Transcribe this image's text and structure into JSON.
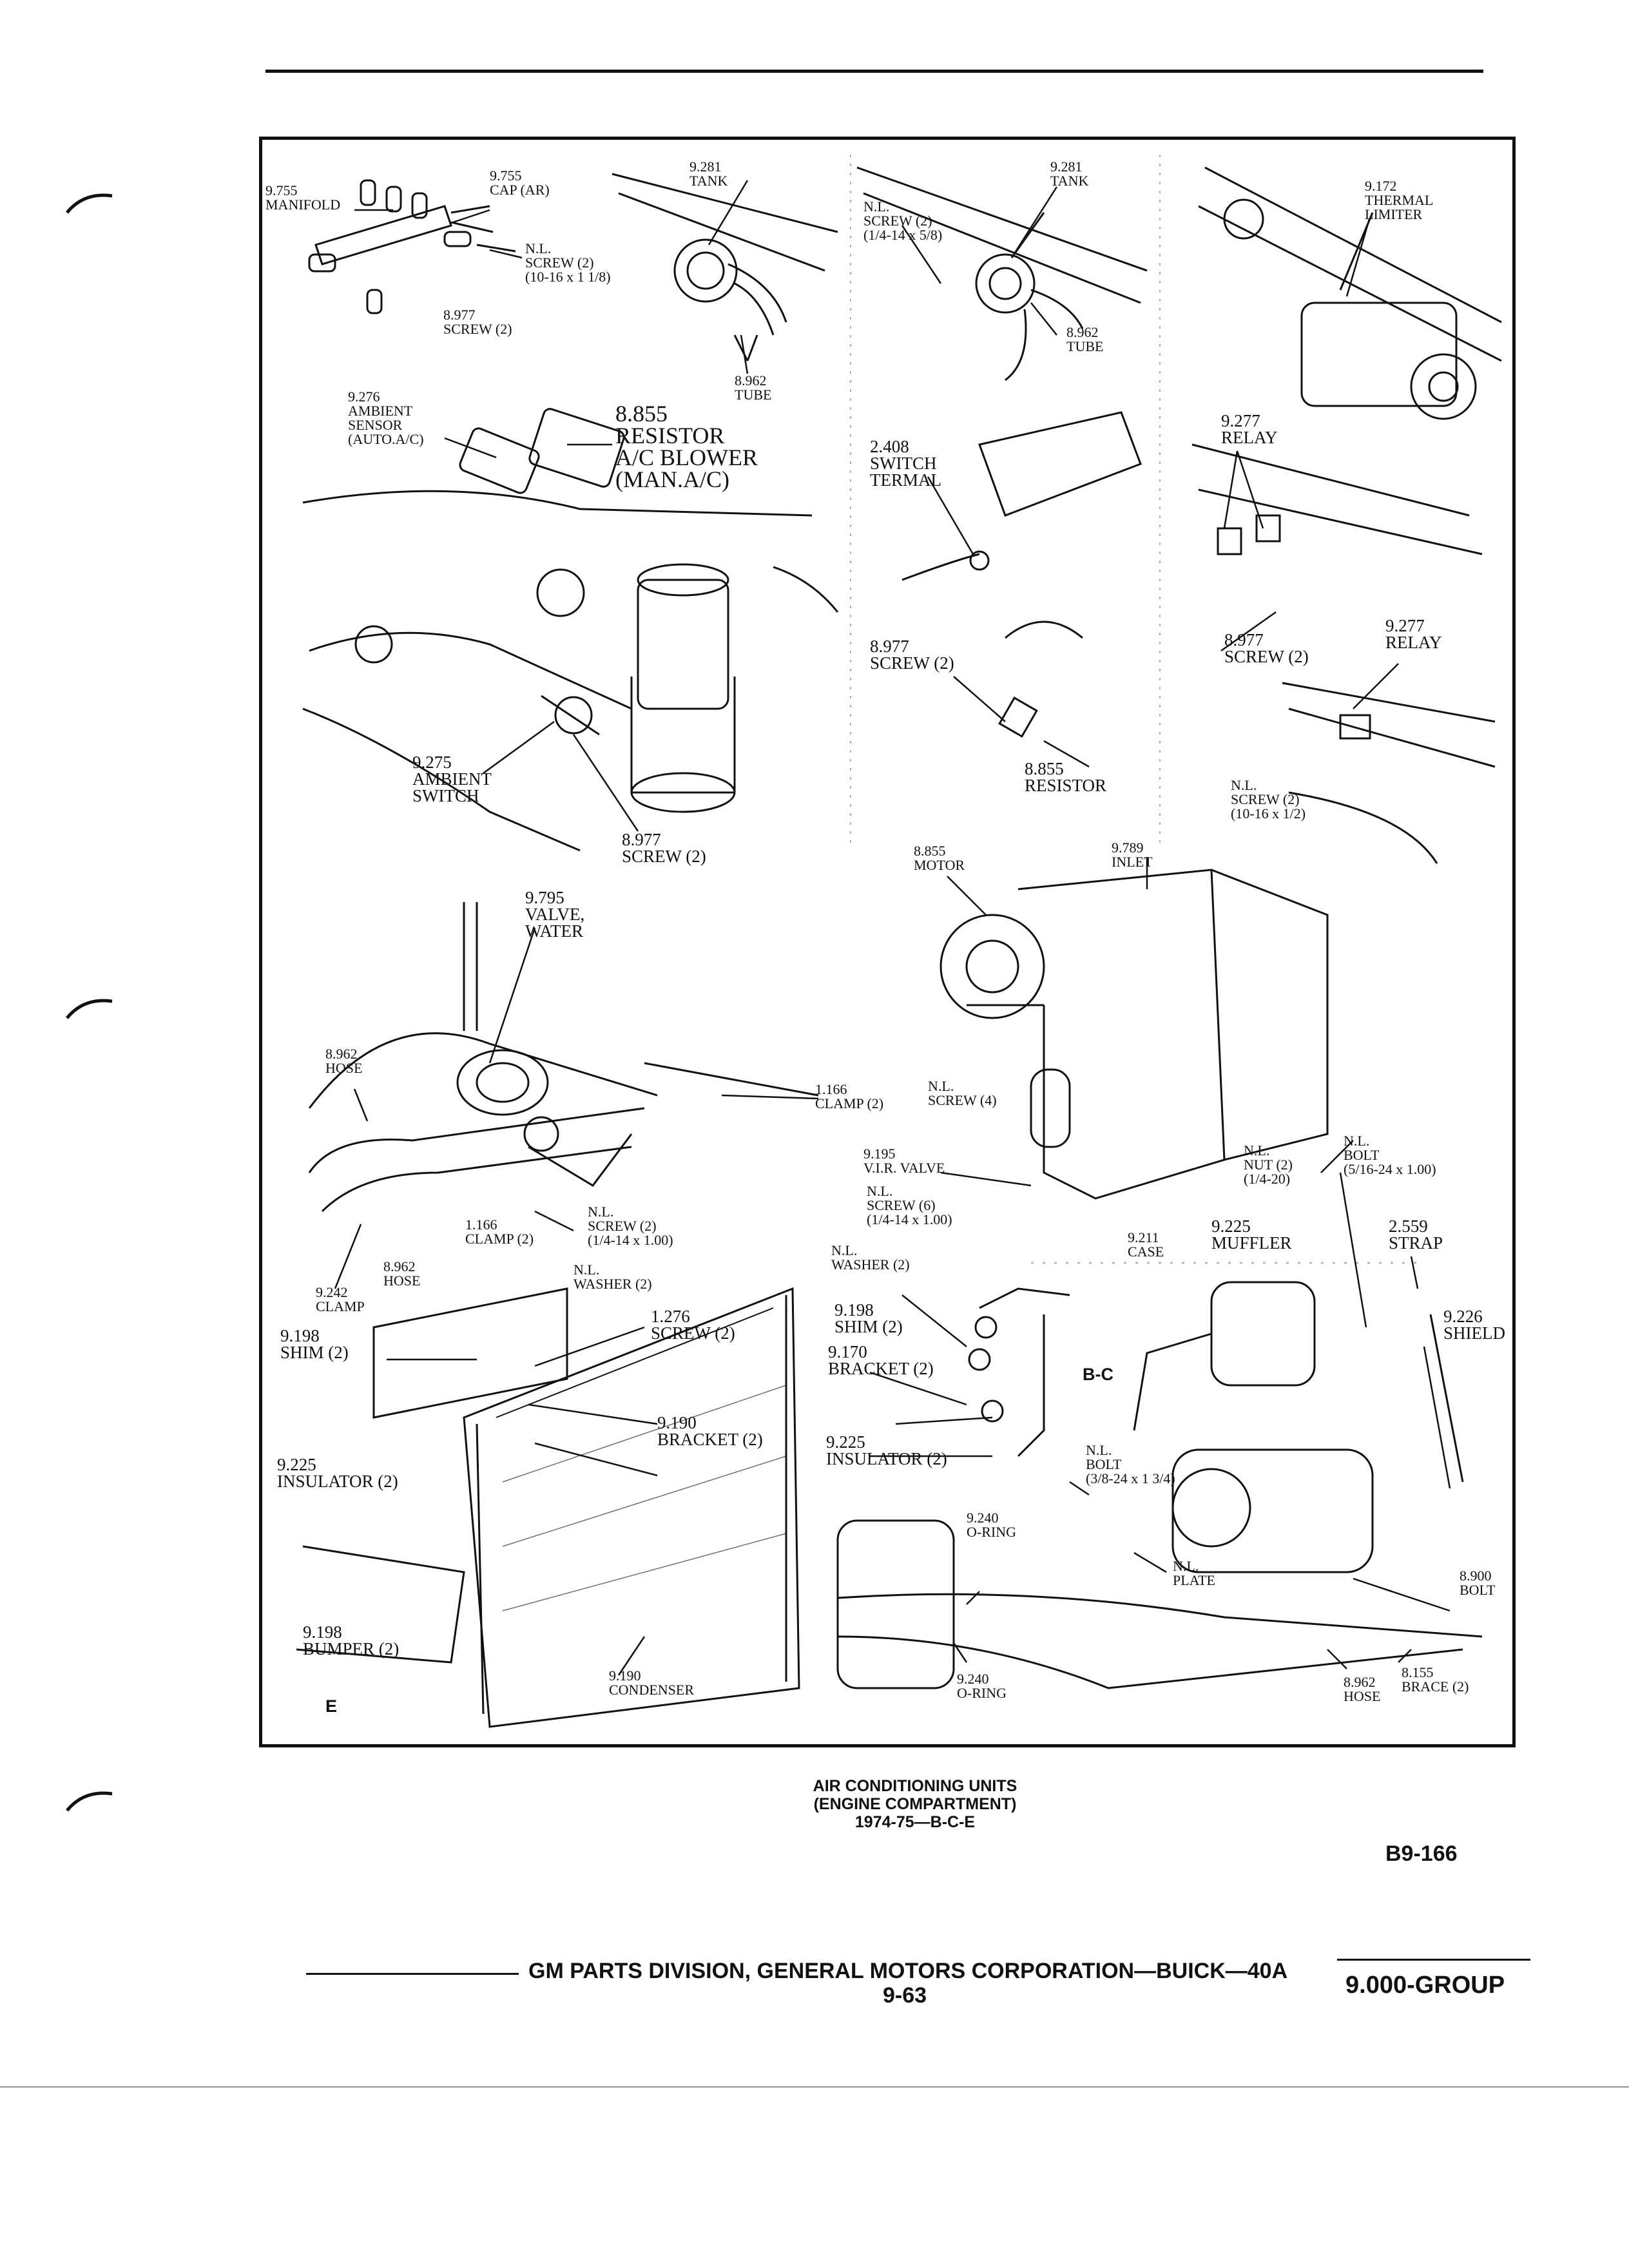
{
  "illustration": {
    "labels": [
      {
        "id": "l1",
        "num": "9.755",
        "name": "MANIFOLD",
        "extra": ""
      },
      {
        "id": "l2",
        "num": "9.755",
        "name": "CAP (AR)",
        "extra": ""
      },
      {
        "id": "l3",
        "num": "N.L.",
        "name": "SCREW (2)",
        "extra": "(10-16 x 1 1/8)"
      },
      {
        "id": "l4",
        "num": "8.977",
        "name": "SCREW (2)",
        "extra": ""
      },
      {
        "id": "l5",
        "num": "9.281",
        "name": "TANK",
        "extra": ""
      },
      {
        "id": "l6",
        "num": "8.962",
        "name": "TUBE",
        "extra": ""
      },
      {
        "id": "l7",
        "num": "9.281",
        "name": "TANK",
        "extra": ""
      },
      {
        "id": "l8",
        "num": "N.L.",
        "name": "SCREW (2)",
        "extra": "(1/4-14 x 5/8)"
      },
      {
        "id": "l9",
        "num": "8.962",
        "name": "TUBE",
        "extra": ""
      },
      {
        "id": "l10",
        "num": "9.172",
        "name": "THERMAL",
        "extra": "LIMITER"
      },
      {
        "id": "l11",
        "num": "9.276",
        "name": "AMBIENT",
        "extra": "SENSOR\n(AUTO.A/C)"
      },
      {
        "id": "l12",
        "num": "8.855",
        "name": "RESISTOR",
        "extra": "A/C BLOWER\n(MAN.A/C)"
      },
      {
        "id": "l13",
        "num": "2.408",
        "name": "SWITCH",
        "extra": "TERMAL"
      },
      {
        "id": "l14",
        "num": "9.277",
        "name": "RELAY",
        "extra": ""
      },
      {
        "id": "l15",
        "num": "8.977",
        "name": "SCREW (2)",
        "extra": ""
      },
      {
        "id": "l16",
        "num": "9.277",
        "name": "RELAY",
        "extra": ""
      },
      {
        "id": "l17",
        "num": "8.977",
        "name": "SCREW (2)",
        "extra": ""
      },
      {
        "id": "l18",
        "num": "8.855",
        "name": "RESISTOR",
        "extra": ""
      },
      {
        "id": "l19",
        "num": "9.275",
        "name": "AMBIENT",
        "extra": "SWITCH"
      },
      {
        "id": "l20",
        "num": "8.977",
        "name": "SCREW (2)",
        "extra": ""
      },
      {
        "id": "l21",
        "num": "N.L.",
        "name": "SCREW (2)",
        "extra": "(10-16 x 1/2)"
      },
      {
        "id": "l22",
        "num": "9.795",
        "name": "VALVE,",
        "extra": "WATER"
      },
      {
        "id": "l23",
        "num": "8.855",
        "name": "MOTOR",
        "extra": ""
      },
      {
        "id": "l24",
        "num": "9.789",
        "name": "INLET",
        "extra": ""
      },
      {
        "id": "l25",
        "num": "8.962",
        "name": "HOSE",
        "extra": ""
      },
      {
        "id": "l26",
        "num": "1.166",
        "name": "CLAMP (2)",
        "extra": ""
      },
      {
        "id": "l27",
        "num": "N.L.",
        "name": "SCREW (4)",
        "extra": ""
      },
      {
        "id": "l28",
        "num": "9.195",
        "name": "V.I.R. VALVE",
        "extra": ""
      },
      {
        "id": "l29",
        "num": "N.L.",
        "name": "BOLT",
        "extra": "(5/16-24 x 1.00)"
      },
      {
        "id": "l30",
        "num": "N.L.",
        "name": "NUT (2)",
        "extra": "(1/4-20)"
      },
      {
        "id": "l31",
        "num": "N.L.",
        "name": "SCREW (6)",
        "extra": "(1/4-14 x 1.00)"
      },
      {
        "id": "l32",
        "num": "1.166",
        "name": "CLAMP (2)",
        "extra": ""
      },
      {
        "id": "l33",
        "num": "N.L.",
        "name": "SCREW (2)",
        "extra": "(1/4-14 x 1.00)"
      },
      {
        "id": "l34",
        "num": "9.211",
        "name": "CASE",
        "extra": ""
      },
      {
        "id": "l35",
        "num": "9.225",
        "name": "MUFFLER",
        "extra": ""
      },
      {
        "id": "l36",
        "num": "2.559",
        "name": "STRAP",
        "extra": ""
      },
      {
        "id": "l37",
        "num": "8.962",
        "name": "HOSE",
        "extra": ""
      },
      {
        "id": "l38",
        "num": "9.242",
        "name": "CLAMP",
        "extra": ""
      },
      {
        "id": "l39",
        "num": "N.L.",
        "name": "WASHER (2)",
        "extra": ""
      },
      {
        "id": "l40",
        "num": "N.L.",
        "name": "WASHER (2)",
        "extra": ""
      },
      {
        "id": "l41",
        "num": "9.198",
        "name": "SHIM (2)",
        "extra": ""
      },
      {
        "id": "l42",
        "num": "1.276",
        "name": "SCREW (2)",
        "extra": ""
      },
      {
        "id": "l43",
        "num": "9.198",
        "name": "SHIM (2)",
        "extra": ""
      },
      {
        "id": "l44",
        "num": "9.226",
        "name": "SHIELD",
        "extra": ""
      },
      {
        "id": "l45",
        "num": "9.170",
        "name": "BRACKET (2)",
        "extra": ""
      },
      {
        "id": "l46",
        "num": "9.190",
        "name": "BRACKET (2)",
        "extra": ""
      },
      {
        "id": "l47",
        "num": "9.225",
        "name": "INSULATOR (2)",
        "extra": ""
      },
      {
        "id": "l48",
        "num": "N.L.",
        "name": "BOLT",
        "extra": "(3/8-24 x 1 3/4)"
      },
      {
        "id": "l49",
        "num": "9.225",
        "name": "INSULATOR (2)",
        "extra": ""
      },
      {
        "id": "l50",
        "num": "9.240",
        "name": "O-RING",
        "extra": ""
      },
      {
        "id": "l51",
        "num": "N.L.",
        "name": "PLATE",
        "extra": ""
      },
      {
        "id": "l52",
        "num": "8.900",
        "name": "BOLT",
        "extra": ""
      },
      {
        "id": "l53",
        "num": "9.198",
        "name": "BUMPER (2)",
        "extra": ""
      },
      {
        "id": "l54",
        "num": "9.190",
        "name": "CONDENSER",
        "extra": ""
      },
      {
        "id": "l55",
        "num": "9.240",
        "name": "O-RING",
        "extra": ""
      },
      {
        "id": "l56",
        "num": "8.962",
        "name": "HOSE",
        "extra": ""
      },
      {
        "id": "l57",
        "num": "8.155",
        "name": "BRACE (2)",
        "extra": ""
      }
    ],
    "section_marks": {
      "bc": "B-C",
      "e": "E"
    }
  },
  "caption": {
    "line1": "AIR CONDITIONING UNITS",
    "line2": "(ENGINE COMPARTMENT)",
    "line3": "1974-75—B-C-E"
  },
  "figure_code": "B9-166",
  "footer": {
    "publisher": "GM PARTS DIVISION, GENERAL MOTORS CORPORATION—BUICK—40A",
    "page": "9-63",
    "group": "9.000-GROUP"
  }
}
